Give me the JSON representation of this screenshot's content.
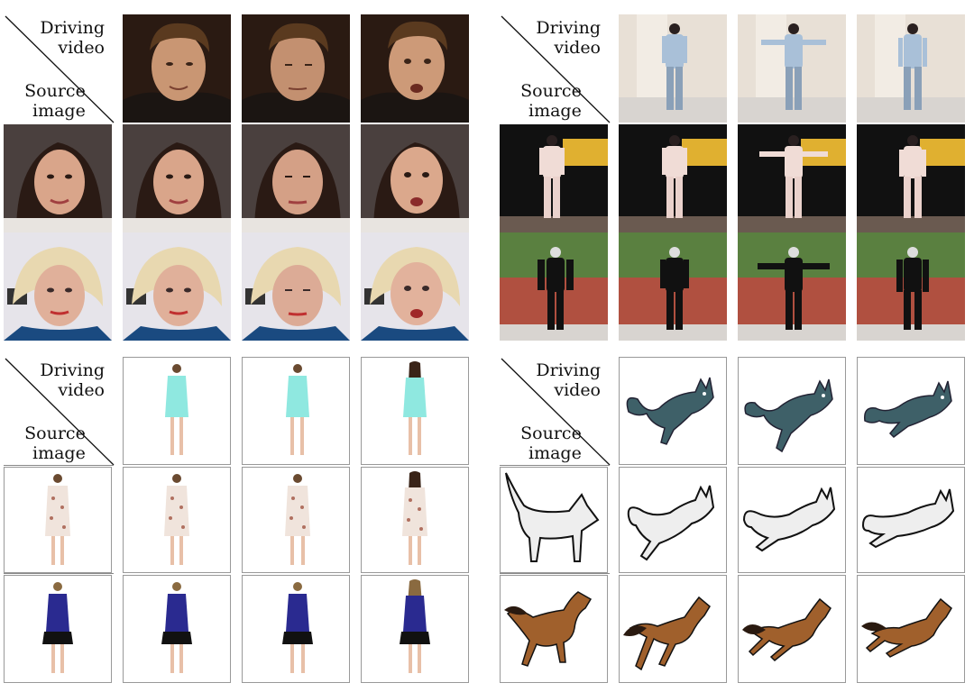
{
  "panels": {
    "faces": {
      "driving_label_1": "Driving",
      "driving_label_2": "video",
      "source_label_1": "Source",
      "source_label_2": "image"
    },
    "taichi": {
      "driving_label_1": "Driving",
      "driving_label_2": "video",
      "source_label_1": "Source",
      "source_label_2": "image"
    },
    "fashion": {
      "driving_label_1": "Driving",
      "driving_label_2": "video",
      "source_label_1": "Source",
      "source_label_2": "image"
    },
    "animals": {
      "driving_label_1": "Driving",
      "driving_label_2": "video",
      "source_label_1": "Source",
      "source_label_2": "image"
    }
  }
}
